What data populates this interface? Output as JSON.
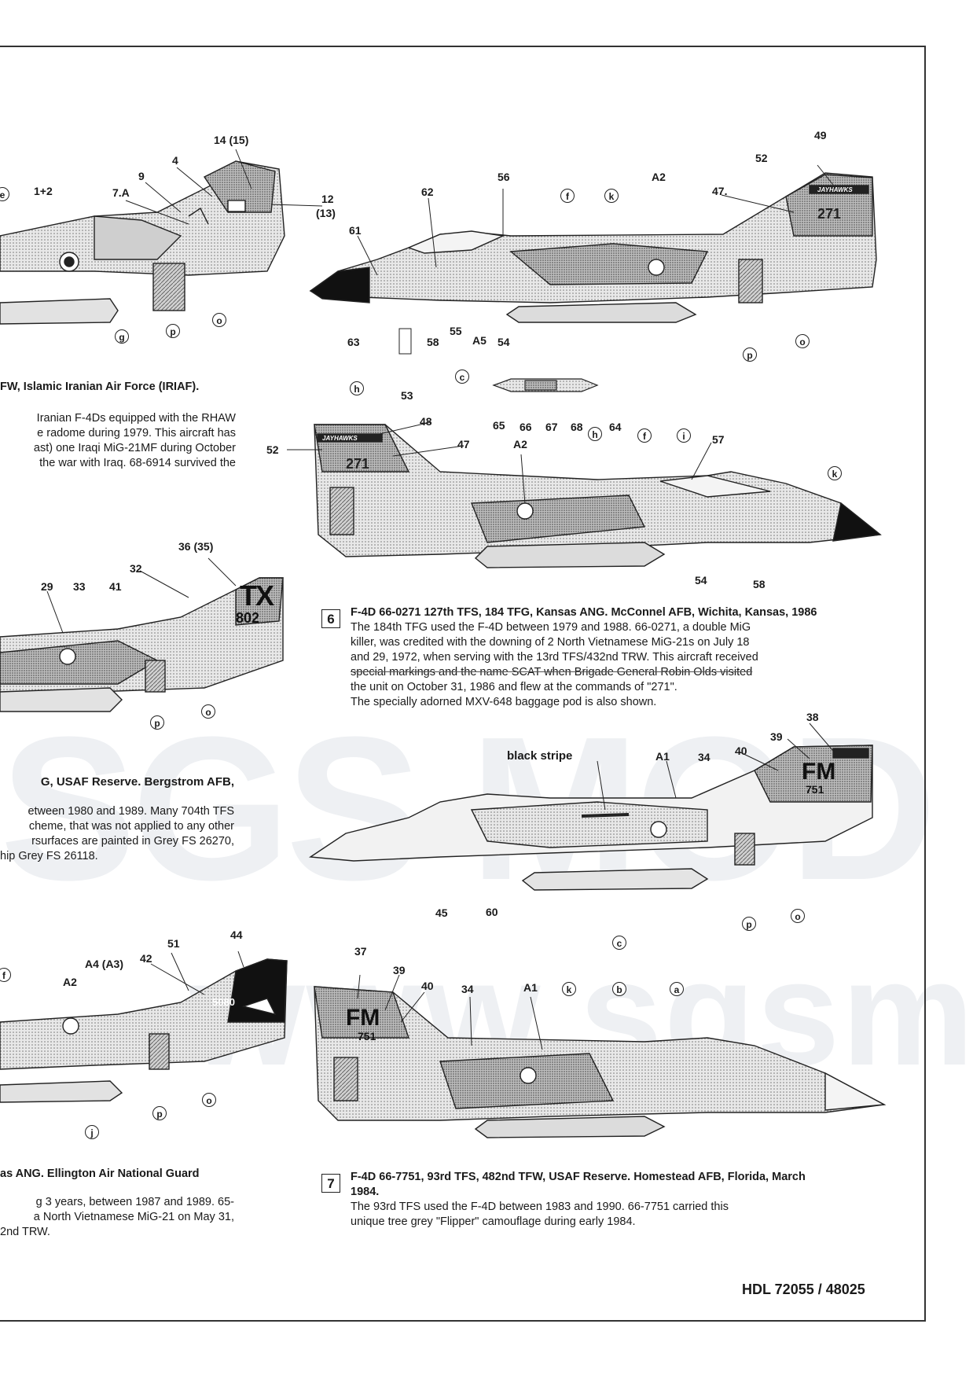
{
  "callouts": {
    "a1": "14 (15)",
    "a2": "4",
    "a3": "9",
    "a4": "1+2",
    "a5": "7.A",
    "a6": "12",
    "a7": "(13)",
    "b1": "56",
    "b2": "62",
    "b3": "61",
    "b4": "A2",
    "b5": "52",
    "b6": "49",
    "b7": "47.",
    "b8": "63",
    "b9": "58",
    "b10": "55",
    "b11": "A5",
    "b12": "54",
    "b13": "53",
    "c1": "48",
    "c2": "47",
    "c3": "52",
    "c4": "A2",
    "c5": "57",
    "c6": "54",
    "c7": "58",
    "c8": "65",
    "c9": "66",
    "c10": "67",
    "c11": "68",
    "c12": "64",
    "d1": "36 (35)",
    "d2": "32",
    "d3": "29",
    "d4": "33",
    "d5": "41",
    "e1": "black stripe",
    "e2": "A1",
    "e3": "34",
    "e4": "40",
    "e5": "39",
    "e6": "38",
    "e7": "45",
    "e8": "60",
    "f1": "51",
    "f2": "44",
    "f3": "A4 (A3)",
    "f4": "42",
    "f5": "A2",
    "g1": "37",
    "g2": "39",
    "g3": "40",
    "g4": "34",
    "g5": "A1"
  },
  "circled": {
    "e": "e",
    "g": "g",
    "p": "p",
    "o": "o",
    "f": "f",
    "k": "k",
    "c": "c",
    "h": "h",
    "i": "i",
    "j": "j",
    "b": "b",
    "a": "a"
  },
  "captions": {
    "iran_head": "FW, Islamic Iranian Air Force (IRIAF).",
    "iran_l1": "Iranian F-4Ds equipped with the RHAW",
    "iran_l2": "e radome during 1979. This aircraft has",
    "iran_l3": "ast) one Iraqi MiG-21MF during October",
    "iran_l4": "the war with Iraq. 68-6914 survived the",
    "res_head": "G, USAF Reserve. Bergstrom AFB,",
    "res_l1": "etween 1980 and 1989. Many 704th TFS",
    "res_l2": "cheme, that was not applied to any other",
    "res_l3": "rsurfaces are painted in Grey FS 26270,",
    "res_l4": "hip Grey FS 26118.",
    "tex_head": "as ANG. Ellington Air National Guard",
    "tex_l1": "g 3 years, between 1987 and 1989. 65-",
    "tex_l2": "a North Vietnamese MiG-21 on May 31,",
    "tex_l3": "2nd TRW.",
    "six_num": "6",
    "six_head": "F-4D 66-0271 127th TFS, 184 TFG, Kansas ANG. McConnel AFB, Wichita, Kansas, 1986",
    "six_l1": "The 184th TFG used the F-4D between 1979 and 1988. 66-0271, a double MiG",
    "six_l2": "killer, was credited with the downing of 2 North Vietnamese MiG-21s on July 18",
    "six_l3": "and 29, 1972, when serving with the 13rd TFS/432nd TRW. This aircraft received",
    "six_l4": "special markings and the name SCAT when Brigade General Robin Olds visited",
    "six_l5": "the unit on October 31, 1986 and flew at the commands of \"271\".",
    "six_l6": "The specially adorned MXV-648 baggage pod is also shown.",
    "seven_num": "7",
    "seven_head": "F-4D 66-7751, 93rd TFS, 482nd TFW, USAF Reserve. Homestead AFB, Florida, March 1984.",
    "seven_l1": "The 93rd TFS used the F-4D between 1983 and 1990. 66-7751 carried this",
    "seven_l2": "unique tree grey \"Flipper\" camouflage during early 1984."
  },
  "tail_codes": {
    "tx": "TX",
    "tx_serial": "802",
    "fm": "FM",
    "fm_serial": "751",
    "kansas": "271",
    "jayhawks": "JAYHAWKS",
    "tex_serial": "5080"
  },
  "footer": "HDL 72055 / 48025",
  "watermark": {
    "line1": "SGS MOD",
    "line2": "www.sgsmo"
  }
}
